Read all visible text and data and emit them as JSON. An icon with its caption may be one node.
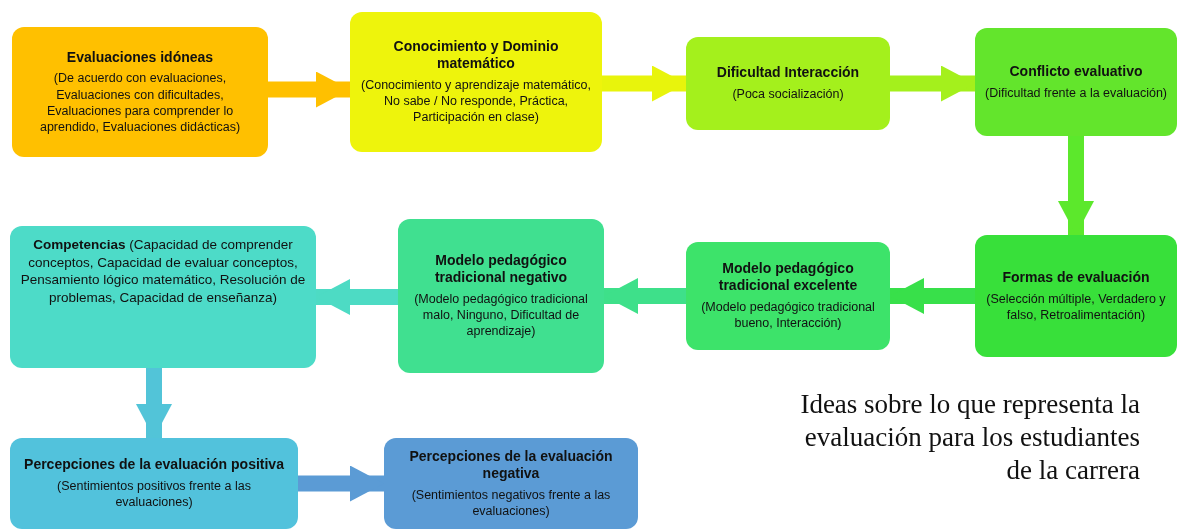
{
  "diagram": {
    "caption": "Ideas sobre lo que representa la evaluación para los estudiantes de la carrera",
    "nodes": [
      {
        "text": [
          "Evaluaciones idóneas",
          "(De acuerdo con evaluaciones, Evaluaciones con dificultades, Evaluaciones para comprender lo aprendido, Evaluaciones didácticas)"
        ]
      },
      {
        "text": [
          "Conocimiento y Dominio matemático",
          "(Conocimiento y aprendizaje matemático, No sabe / No responde, Práctica, Participación en clase)"
        ]
      },
      {
        "text": [
          "Dificultad Interacción",
          "(Poca socialización)"
        ]
      },
      {
        "text": [
          "Conflicto evaluativo",
          "(Dificultad frente a la evaluación)"
        ]
      },
      {
        "text": [
          "Formas de evaluación",
          "(Selección múltiple, Verdadero y falso, Retroalimentación)"
        ]
      },
      {
        "text": [
          "Modelo pedagógico tradicional excelente",
          "(Modelo pedagógico tradicional bueno, Interacción)"
        ]
      },
      {
        "text": [
          "Modelo pedagógico tradicional negativo",
          "(Modelo pedagógico tradicional malo, Ninguno, Dificultad de aprendizaje)"
        ]
      },
      {
        "text": [
          "**Competencias** (Capacidad de comprender conceptos, Capacidad de evaluar conceptos, Pensamiento lógico matemático, Resolución de problemas, Capacidad de enseñanza)"
        ]
      },
      {
        "text": [
          "Percepciones de la evaluación positiva",
          "(Sentimientos positivos frente a las evaluaciones)"
        ]
      },
      {
        "text": [
          "Percepciones de la evaluación negativa",
          "(Sentimientos negativos frente a las evaluaciones)"
        ]
      }
    ],
    "edges": [
      {
        "from": 0,
        "to": 1,
        "arrow": "to",
        "color": "#ffc000"
      },
      {
        "from": 1,
        "to": 2,
        "arrow": "to",
        "color": "#e8f40c"
      },
      {
        "from": 2,
        "to": 3,
        "arrow": "to",
        "color": "#a4f01c"
      },
      {
        "from": 3,
        "to": 4,
        "arrow": "to",
        "color": "#5ce82c"
      },
      {
        "from": 4,
        "to": 5,
        "arrow": "to",
        "color": "#38e04a"
      },
      {
        "from": 5,
        "to": 6,
        "arrow": "to",
        "color": "#3ee08a"
      },
      {
        "from": 6,
        "to": 7,
        "arrow": "to",
        "color": "#4ddbc4"
      },
      {
        "from": 7,
        "to": 8,
        "arrow": "to",
        "color": "#52c4d8"
      },
      {
        "from": 8,
        "to": 9,
        "arrow": "to",
        "color": "#5b9bd5"
      }
    ]
  }
}
